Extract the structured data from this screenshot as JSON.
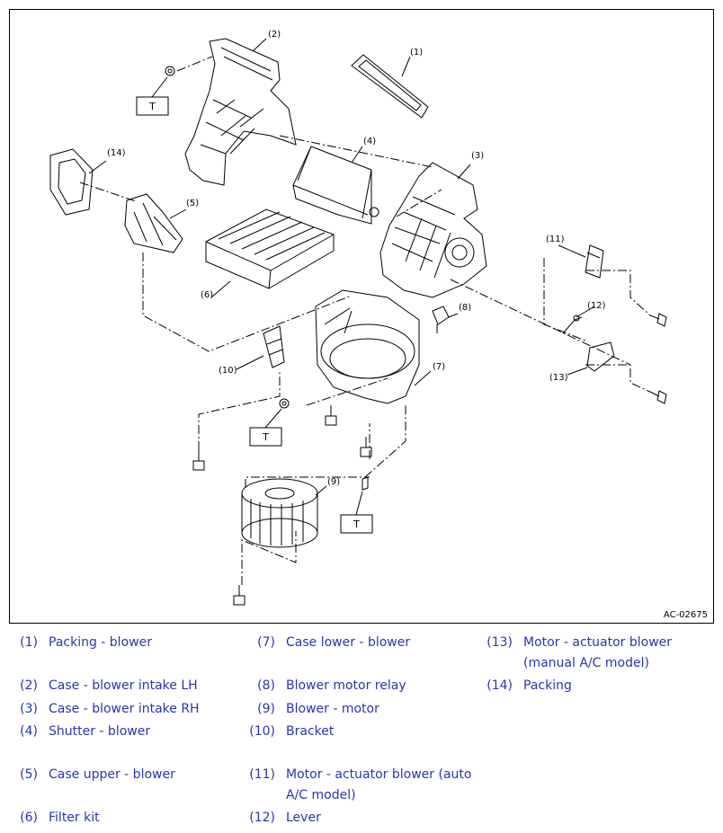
{
  "diagram": {
    "code": "AC-02675",
    "torque_label": "T",
    "callouts": [
      "(1)",
      "(2)",
      "(3)",
      "(4)",
      "(5)",
      "(6)",
      "(7)",
      "(8)",
      "(9)",
      "(10)",
      "(11)",
      "(12)",
      "(13)",
      "(14)"
    ]
  },
  "legend": {
    "items": [
      {
        "num": "(1)",
        "lines": [
          "Packing - blower"
        ]
      },
      {
        "num": "(2)",
        "lines": [
          "Case - blower intake LH"
        ]
      },
      {
        "num": "(3)",
        "lines": [
          "Case - blower intake RH"
        ]
      },
      {
        "num": "(4)",
        "lines": [
          "Shutter - blower"
        ]
      },
      {
        "num": "(5)",
        "lines": [
          "Case upper - blower"
        ]
      },
      {
        "num": "(6)",
        "lines": [
          "Filter kit"
        ]
      },
      {
        "num": "(7)",
        "lines": [
          "Case lower - blower"
        ]
      },
      {
        "num": "(8)",
        "lines": [
          "Blower motor relay"
        ]
      },
      {
        "num": "(9)",
        "lines": [
          "Blower - motor"
        ]
      },
      {
        "num": "(10)",
        "lines": [
          "Bracket"
        ]
      },
      {
        "num": "(11)",
        "lines": [
          "Motor - actuator blower (auto",
          "A/C model)"
        ]
      },
      {
        "num": "(12)",
        "lines": [
          "Lever"
        ]
      },
      {
        "num": "(13)",
        "lines": [
          "Motor - actuator blower",
          "(manual A/C model)"
        ]
      },
      {
        "num": "(14)",
        "lines": [
          "Packing"
        ]
      }
    ]
  }
}
